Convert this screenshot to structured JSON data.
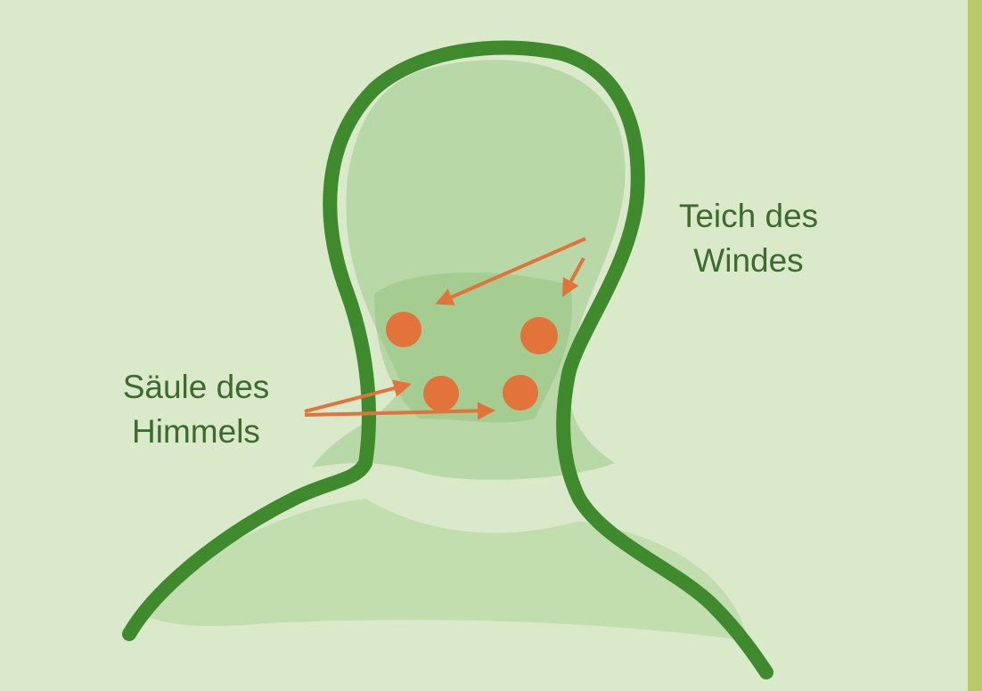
{
  "diagram": {
    "labels": {
      "wind_pond": {
        "line1": "Teich des",
        "line2": "Windes"
      },
      "heaven_pillar": {
        "line1": "Säule des",
        "line2": "Himmels"
      }
    },
    "colors": {
      "paper": "#dfeccf",
      "frame": "#b9c96a",
      "outline": "#3f8a2c",
      "wash": "#9fcb8a",
      "point": "#e2733a",
      "text": "#3d6b2e"
    },
    "points": [
      "wind-pond-left",
      "wind-pond-right",
      "heaven-pillar-left",
      "heaven-pillar-right"
    ]
  }
}
